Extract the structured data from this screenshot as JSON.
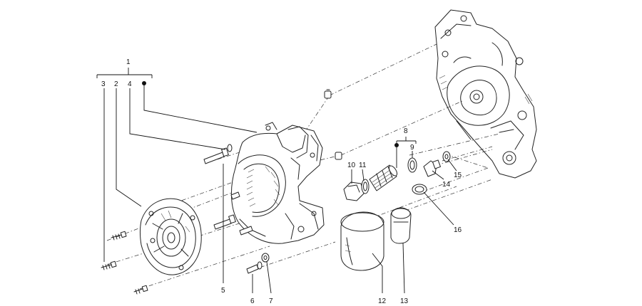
{
  "callouts": {
    "c1": "1",
    "c2": "2",
    "c3": "3",
    "c4": "4",
    "c5": "5",
    "c6": "6",
    "c7": "7",
    "c8": "8",
    "c9": "9",
    "c10": "10",
    "c11": "11",
    "c12": "12",
    "c13": "13",
    "c14": "14",
    "c15": "15",
    "c16": "16"
  },
  "colors": {
    "line": "#222222",
    "background": "#ffffff"
  }
}
